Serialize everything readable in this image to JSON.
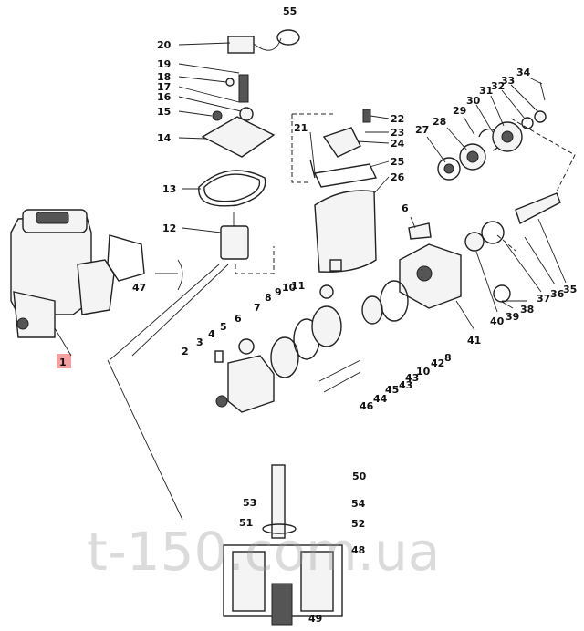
{
  "watermark": "t-150.com.ua",
  "highlight_color": "#f4a0a0",
  "labels": {
    "l55": "55",
    "l20": "20",
    "l19": "19",
    "l18": "18",
    "l17": "17",
    "l16": "16",
    "l15": "15",
    "l14": "14",
    "l13": "13",
    "l12": "12",
    "l47": "47",
    "l1": "1",
    "l21": "21",
    "l22": "22",
    "l23": "23",
    "l24": "24",
    "l25": "25",
    "l26": "26",
    "l27": "27",
    "l28": "28",
    "l29": "29",
    "l30": "30",
    "l31": "31",
    "l32": "32",
    "l33": "33",
    "l34": "34",
    "l6a": "6",
    "l35": "35",
    "l36": "36",
    "l37": "37",
    "l38": "38",
    "l39": "39",
    "l40": "40",
    "l41": "41",
    "l7": "7",
    "l8a": "8",
    "l9": "9",
    "l10a": "10",
    "l11": "11",
    "l6b": "6",
    "l5": "5",
    "l4": "4",
    "l3": "3",
    "l2": "2",
    "l8b": "8",
    "l42": "42",
    "l10b": "10",
    "l43a": "43",
    "l45": "45",
    "l43b": "43",
    "l44": "44",
    "l46": "46",
    "l50": "50",
    "l53": "53",
    "l54": "54",
    "l51": "51",
    "l52": "52",
    "l48": "48",
    "l49": "49"
  }
}
